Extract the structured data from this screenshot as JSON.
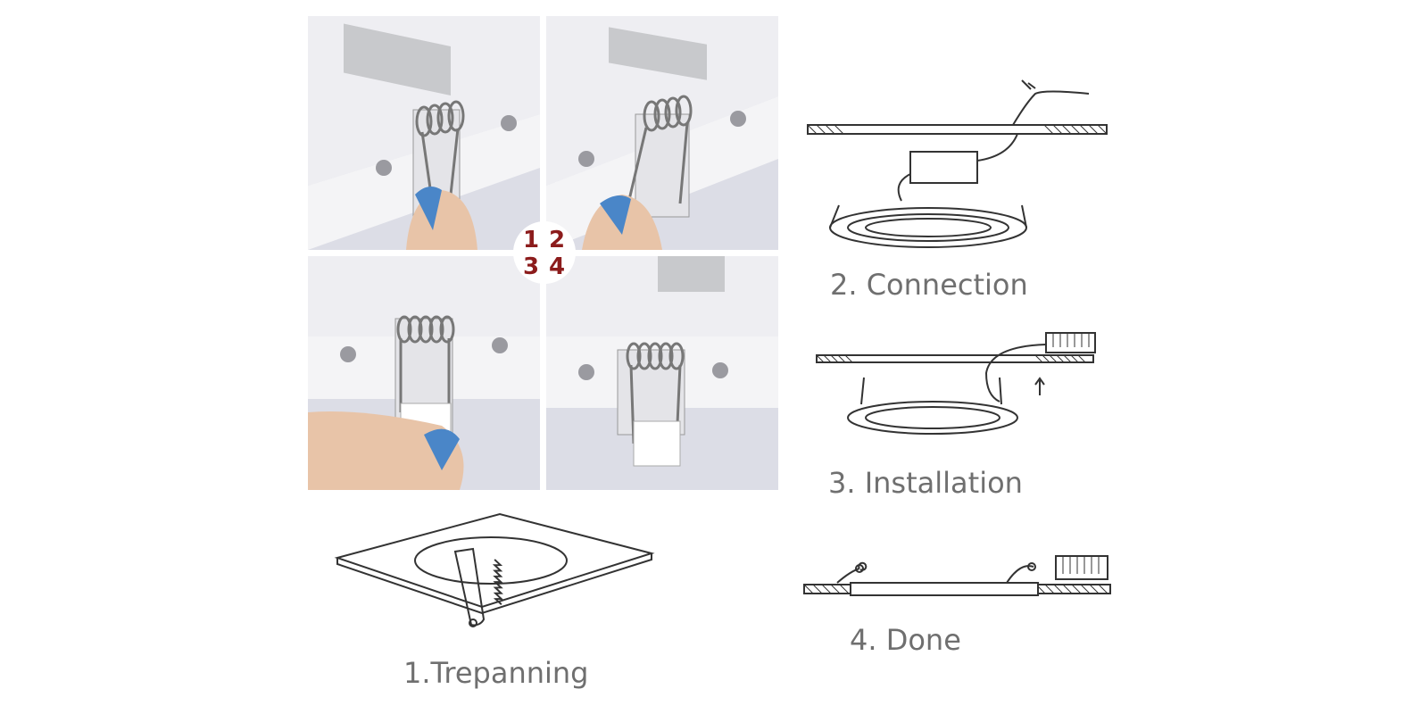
{
  "steps": {
    "trepanning": "1.Trepanning",
    "connection": "2. Connection",
    "installation": "3. Installation",
    "done": "4. Done"
  },
  "photo_badge": {
    "n1": "1",
    "n2": "2",
    "n3": "3",
    "n4": "4"
  },
  "colors": {
    "caption": "#6f6f6f",
    "badge_number": "#8c1c1c",
    "panel": "#f1f1f3",
    "clip_label": "#ffffff",
    "ceiling_hatch": "#444444",
    "nail_polish": "#4a86c8"
  }
}
